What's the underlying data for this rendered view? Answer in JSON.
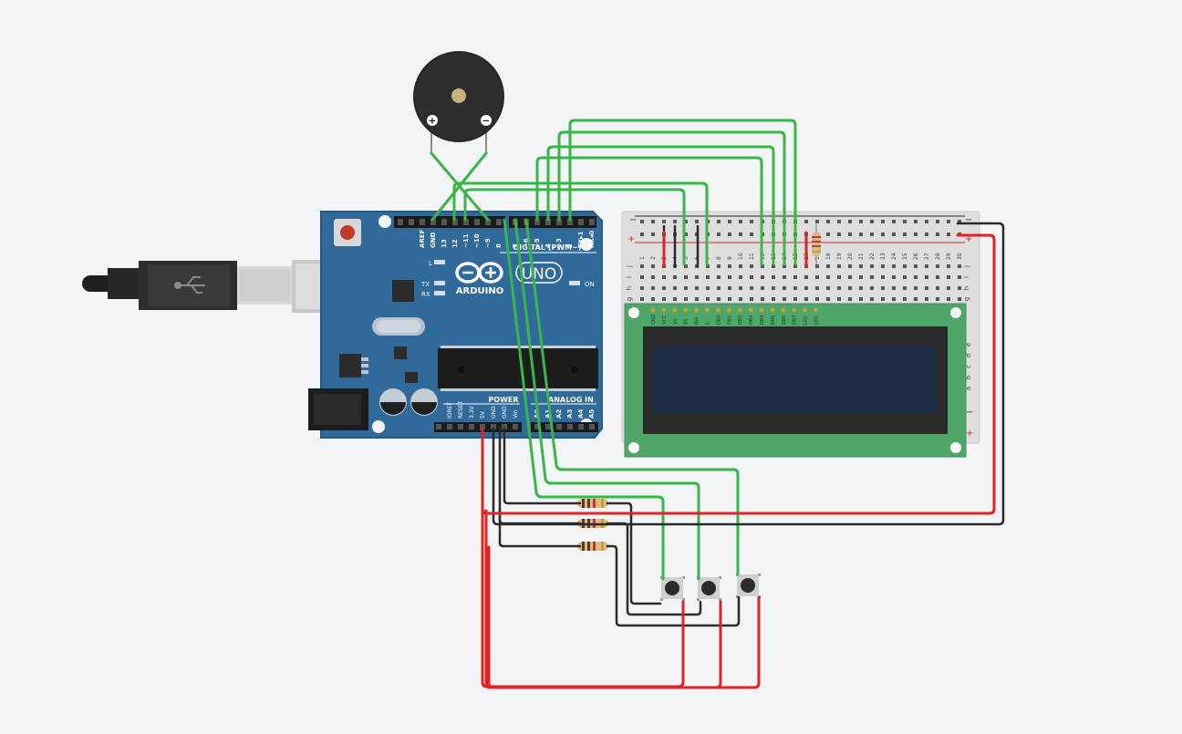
{
  "arduino": {
    "brand": "ARDUINO",
    "model": "UNO",
    "digital_header_label": "DIGITAL (PWM~)",
    "power_label": "POWER",
    "analog_label": "ANALOG IN",
    "on_label": "ON",
    "led_labels": [
      "L",
      "TX",
      "RX"
    ],
    "top_pins": [
      "AREF",
      "GND",
      "13",
      "12",
      "~11",
      "~10",
      "~9",
      "8",
      "7",
      "~6",
      "~5",
      "4",
      "~3",
      "2",
      "TX▸1",
      "RX◂0"
    ],
    "power_pins": [
      "IOREF",
      "RESET",
      "3.3V",
      "5V",
      "GND",
      "GND",
      "Vin"
    ],
    "analog_pins": [
      "A0",
      "A1",
      "A2",
      "A3",
      "A4",
      "A5"
    ]
  },
  "buzzer": {
    "plus": "+",
    "minus": "−"
  },
  "breadboard": {
    "rail_minus": "−",
    "rail_plus": "+",
    "row_letters_top": [
      "j",
      "i",
      "h",
      "g",
      "f"
    ],
    "row_letters_bottom": [
      "e",
      "d",
      "c",
      "b",
      "a"
    ],
    "column_numbers": [
      "1",
      "2",
      "3",
      "4",
      "5",
      "6",
      "7",
      "8",
      "9",
      "10",
      "11",
      "12",
      "13",
      "14",
      "15",
      "16",
      "17",
      "18",
      "19",
      "20",
      "21",
      "22",
      "23",
      "24",
      "25",
      "26",
      "27",
      "28",
      "29",
      "30"
    ]
  },
  "lcd": {
    "pin_labels": [
      "GND",
      "VCC",
      "V0",
      "RS",
      "RW",
      "E",
      "DB0",
      "DB1",
      "DB2",
      "DB3",
      "DB4",
      "DB5",
      "DB6",
      "DB7",
      "LED",
      "LED"
    ]
  },
  "colors": {
    "board_blue": "#2f6a9a",
    "wire_green": "#3ab54a",
    "wire_red": "#e02424",
    "wire_black": "#2b2b2b",
    "lcd_pcb": "#4ea66a",
    "lcd_screen": "#1e2b47"
  }
}
